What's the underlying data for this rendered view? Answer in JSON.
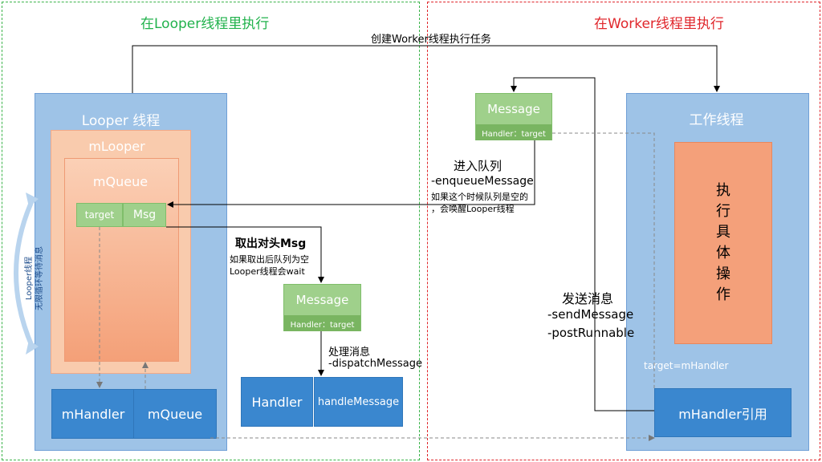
{
  "zones": {
    "left_title": "在Looper线程里执行",
    "right_title": "在Worker线程里执行"
  },
  "top_edge_label": "创建Worker线程执行任务",
  "looper": {
    "title": "Looper 线程",
    "mlooper_label": "mLooper",
    "mqueue_label": "mQueue",
    "target_label": "target",
    "msg_label": "Msg",
    "side_label_line1": "Looper线程",
    "side_label_line2": "无限循环等待消息",
    "bottom_left": "mHandler",
    "bottom_right": "mQueue"
  },
  "dequeue": {
    "title": "取出对头Msg",
    "line1": "如果取出后队列为空",
    "line2": "Looper线程会wait"
  },
  "message_center": {
    "title": "Message",
    "sub": "Handler：target"
  },
  "dispatch": {
    "line1": "处理消息",
    "line2": "-dispatchMessage"
  },
  "handler_box": {
    "left": "Handler",
    "right": "handleMessage"
  },
  "message_right": {
    "title": "Message",
    "sub": "Handler：target"
  },
  "enqueue": {
    "title": "进入队列",
    "method": "-enqueueMessage",
    "note1": "如果这个时候队列是空的",
    "note2": "，会唤醒Looper线程"
  },
  "worker": {
    "title": "工作线程",
    "task_chars": [
      "执",
      "行",
      "具",
      "体",
      "操",
      "作"
    ],
    "target_note": "target=mHandler",
    "ref_label": "mHandler引用"
  },
  "send": {
    "title": "发送消息",
    "method1": "-sendMessage",
    "method2": "-postRunnable"
  },
  "colors": {
    "left_zone": "#3cb44b",
    "right_zone": "#e0262b",
    "panel_blue": "#9ec3e7",
    "box_blue": "#3a87cf",
    "message_green": "#9fd08b",
    "peach": "#f9cbad",
    "orange": "#f4a07a"
  }
}
